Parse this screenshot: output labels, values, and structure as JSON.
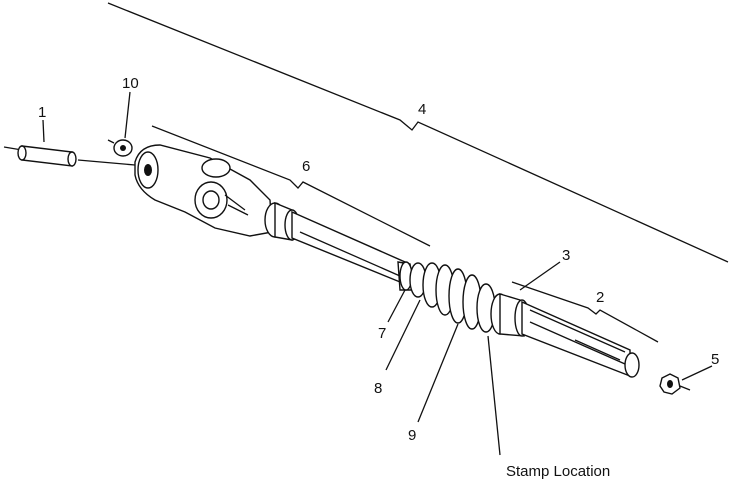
{
  "diagram": {
    "callouts": [
      {
        "id": "1",
        "label": "1"
      },
      {
        "id": "2",
        "label": "2"
      },
      {
        "id": "3",
        "label": "3"
      },
      {
        "id": "4",
        "label": "4"
      },
      {
        "id": "5",
        "label": "5"
      },
      {
        "id": "6",
        "label": "6"
      },
      {
        "id": "7",
        "label": "7"
      },
      {
        "id": "8",
        "label": "8"
      },
      {
        "id": "9",
        "label": "9"
      },
      {
        "id": "10",
        "label": "10"
      }
    ],
    "stamp_label": "Stamp Location"
  }
}
